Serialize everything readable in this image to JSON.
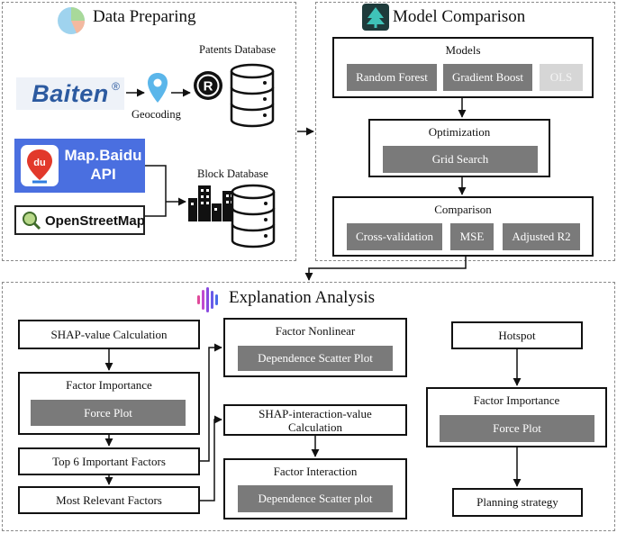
{
  "data_preparing": {
    "title": "Data Preparing",
    "baiten_logo": "Baiten",
    "baiten_reg": "®",
    "geocoding_label": "Geocoding",
    "patents_db_label": "Patents Database",
    "baidu_logo_line1": "Map.Baidu",
    "baidu_logo_line2": "API",
    "baidu_badge": "du",
    "osm_logo": "OpenStreetMap",
    "block_db_label": "Block Database"
  },
  "model_comparison": {
    "title": "Model Comparison",
    "models": {
      "label": "Models",
      "items": [
        "Random Forest",
        "Gradient Boost",
        "OLS"
      ]
    },
    "optimization": {
      "label": "Optimization",
      "items": [
        "Grid Search"
      ]
    },
    "comparison": {
      "label": "Comparison",
      "items": [
        "Cross-validation",
        "MSE",
        "Adjusted R2"
      ]
    }
  },
  "explanation_analysis": {
    "title": "Explanation Analysis",
    "left": {
      "shap_value": "SHAP-value Calculation",
      "factor_importance": "Factor Importance",
      "force_plot": "Force Plot",
      "top6": "Top 6  Important Factors",
      "most_relevant": "Most Relevant Factors"
    },
    "middle": {
      "factor_nonlinear": "Factor Nonlinear",
      "dependence_scatter_plot": "Dependence Scatter Plot",
      "shap_interaction_line1": "SHAP-interaction-value",
      "shap_interaction_line2": "Calculation",
      "factor_interaction": "Factor Interaction",
      "dependence_scatter_plot_2": "Dependence Scatter plot"
    },
    "right": {
      "hotspot": "Hotspot",
      "factor_importance": "Factor Importance",
      "force_plot": "Force Plot",
      "planning_strategy": "Planning strategy"
    }
  },
  "colors": {
    "gray_button": "#7a7a7a",
    "disabled_button": "#d6d6d6",
    "baidu_blue": "#4a6fe0",
    "baiten_blue": "#2c5aa0",
    "arrow": "#111111"
  }
}
